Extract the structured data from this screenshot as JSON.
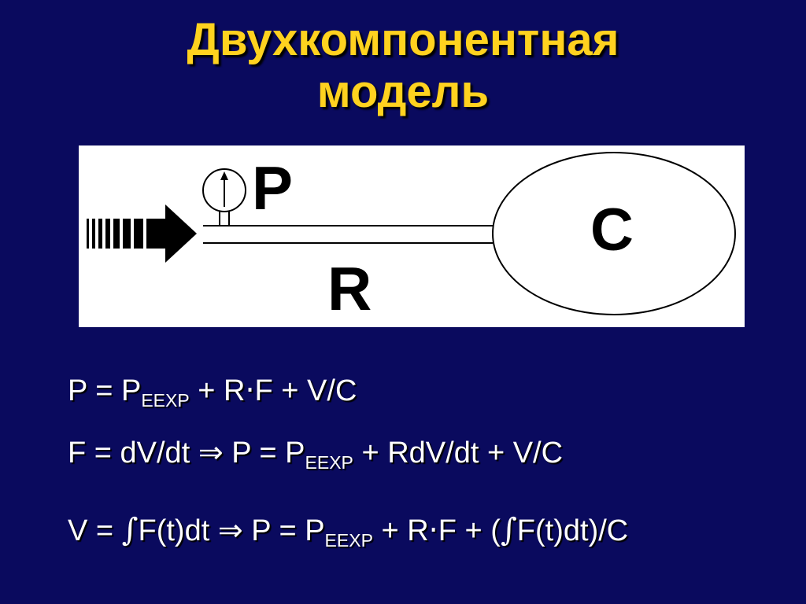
{
  "title": {
    "line1": "Двухкомпонентная",
    "line2": "модель"
  },
  "diagram": {
    "label_p": "P",
    "label_r": "R",
    "label_c": "C"
  },
  "equations": {
    "eq1": {
      "a": "P = P",
      "sub": "EEXP",
      "b": " + R",
      "dot": "·",
      "c": "F + V/C"
    },
    "eq2": {
      "a": "F = dV/dt ",
      "arrow": "⇒",
      "b": " P = P",
      "sub": "EEXP",
      "c": " + RdV/dt + V/C"
    },
    "eq3": {
      "a": "V = ",
      "int1": "∫",
      "b": "F(t)dt ",
      "arrow": "⇒",
      "c": " P = P",
      "sub": "EEXP",
      "d": " + R",
      "dot": "·",
      "e": "F + (",
      "int2": "∫",
      "f": "F(t)dt)/C"
    }
  }
}
